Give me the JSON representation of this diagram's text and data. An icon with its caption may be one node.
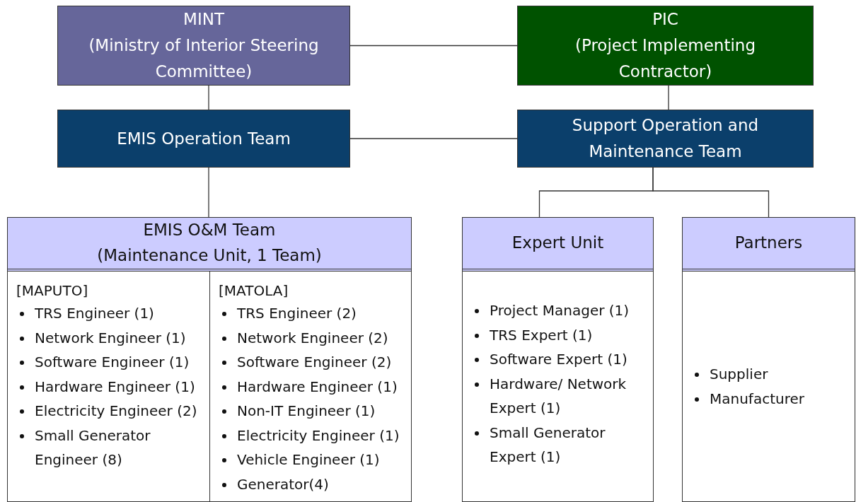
{
  "diagram": {
    "nodes": [
      {
        "text": [
          "MINT",
          "(Ministry of Interior Steering Committee)"
        ]
      },
      {
        "text": [
          "PIC",
          "(Project Implementing Contractor)"
        ]
      },
      {
        "text": [
          "EMIS Operation Team"
        ]
      },
      {
        "text": [
          "Support Operation and Maintenance Team"
        ]
      },
      {
        "text": [
          "EMIS O&M Team",
          "(Maintenance Unit, 1 Team)"
        ]
      },
      {
        "text": [
          "[MAPUTO]",
          "TRS Engineer (1)",
          "Network Engineer (1)",
          "Software Engineer (1)",
          "Hardware Engineer (1)",
          "Electricity Engineer (2)",
          "Small Generator Engineer (8)"
        ],
        "in": 4
      },
      {
        "text": [
          "[MATOLA]",
          "TRS Engineer (2)",
          "Network Engineer (2)",
          "Software Engineer (2)",
          "Hardware Engineer (1)",
          "Non-IT Engineer (1)",
          "Electricity Engineer (1)",
          "Vehicle Engineer (1)",
          "Generator(4)"
        ],
        "in": 4
      },
      {
        "text": [
          "Expert Unit",
          "Project Manager (1)",
          "TRS Expert (1)",
          "Software Expert (1)",
          "Hardware/ Network Expert (1)",
          "Small Generator Expert (1)"
        ]
      },
      {
        "text": [
          "Partners",
          "Supplier",
          "Manufacturer"
        ]
      }
    ],
    "edges": [
      {
        "from": 0,
        "to": 1,
        "arrow": "none"
      },
      {
        "from": 0,
        "to": 2,
        "arrow": "none"
      },
      {
        "from": 1,
        "to": 3,
        "arrow": "none"
      },
      {
        "from": 2,
        "to": 3,
        "arrow": "none"
      },
      {
        "from": 2,
        "to": 4,
        "arrow": "none"
      },
      {
        "from": 3,
        "to": 7,
        "arrow": "none"
      },
      {
        "from": 3,
        "to": 8,
        "arrow": "none"
      }
    ]
  }
}
